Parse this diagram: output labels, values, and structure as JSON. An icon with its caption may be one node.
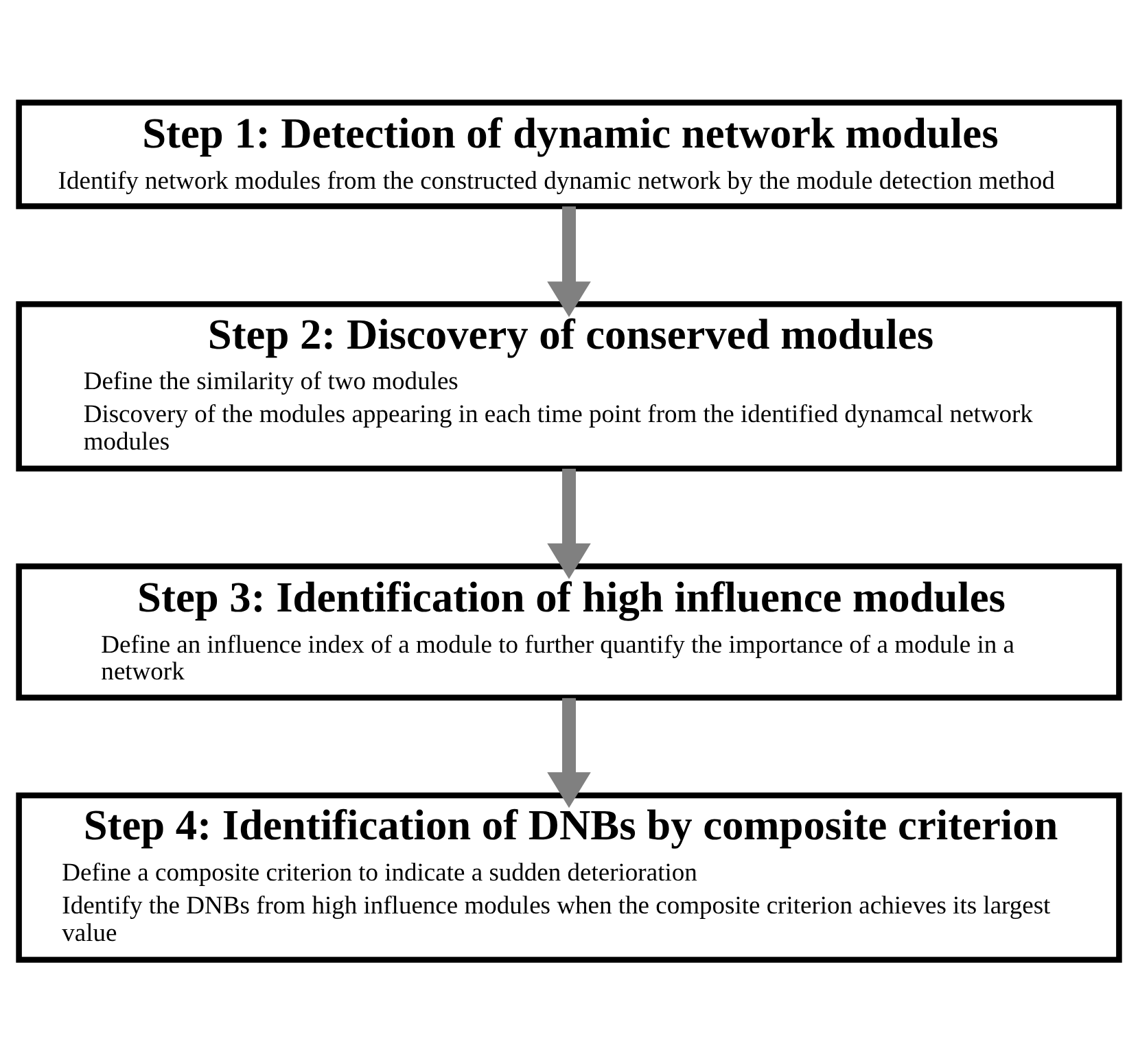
{
  "diagram": {
    "nodes": [
      {
        "text": [
          "Step 1: Detection of dynamic network modules",
          "Identify network modules from the constructed dynamic network by the module detection method"
        ]
      },
      {
        "text": [
          "Step 2: Discovery of conserved modules",
          "Define the similarity of two modules",
          "Discovery of the modules appearing in each time point from the identified dynamcal network modules"
        ]
      },
      {
        "text": [
          "Step 3: Identification of high influence modules",
          "Define an influence index of a module to further quantify the importance of a module in a network"
        ]
      },
      {
        "text": [
          "Step 4: Identification of DNBs by composite criterion",
          "Define a composite criterion to indicate a sudden deterioration",
          "Identify the DNBs from high influence modules when the composite criterion achieves its largest value"
        ]
      }
    ],
    "edges": [
      {
        "from": 0,
        "to": 1,
        "arrow": "to"
      },
      {
        "from": 1,
        "to": 2,
        "arrow": "to"
      },
      {
        "from": 2,
        "to": 3,
        "arrow": "to"
      }
    ]
  }
}
